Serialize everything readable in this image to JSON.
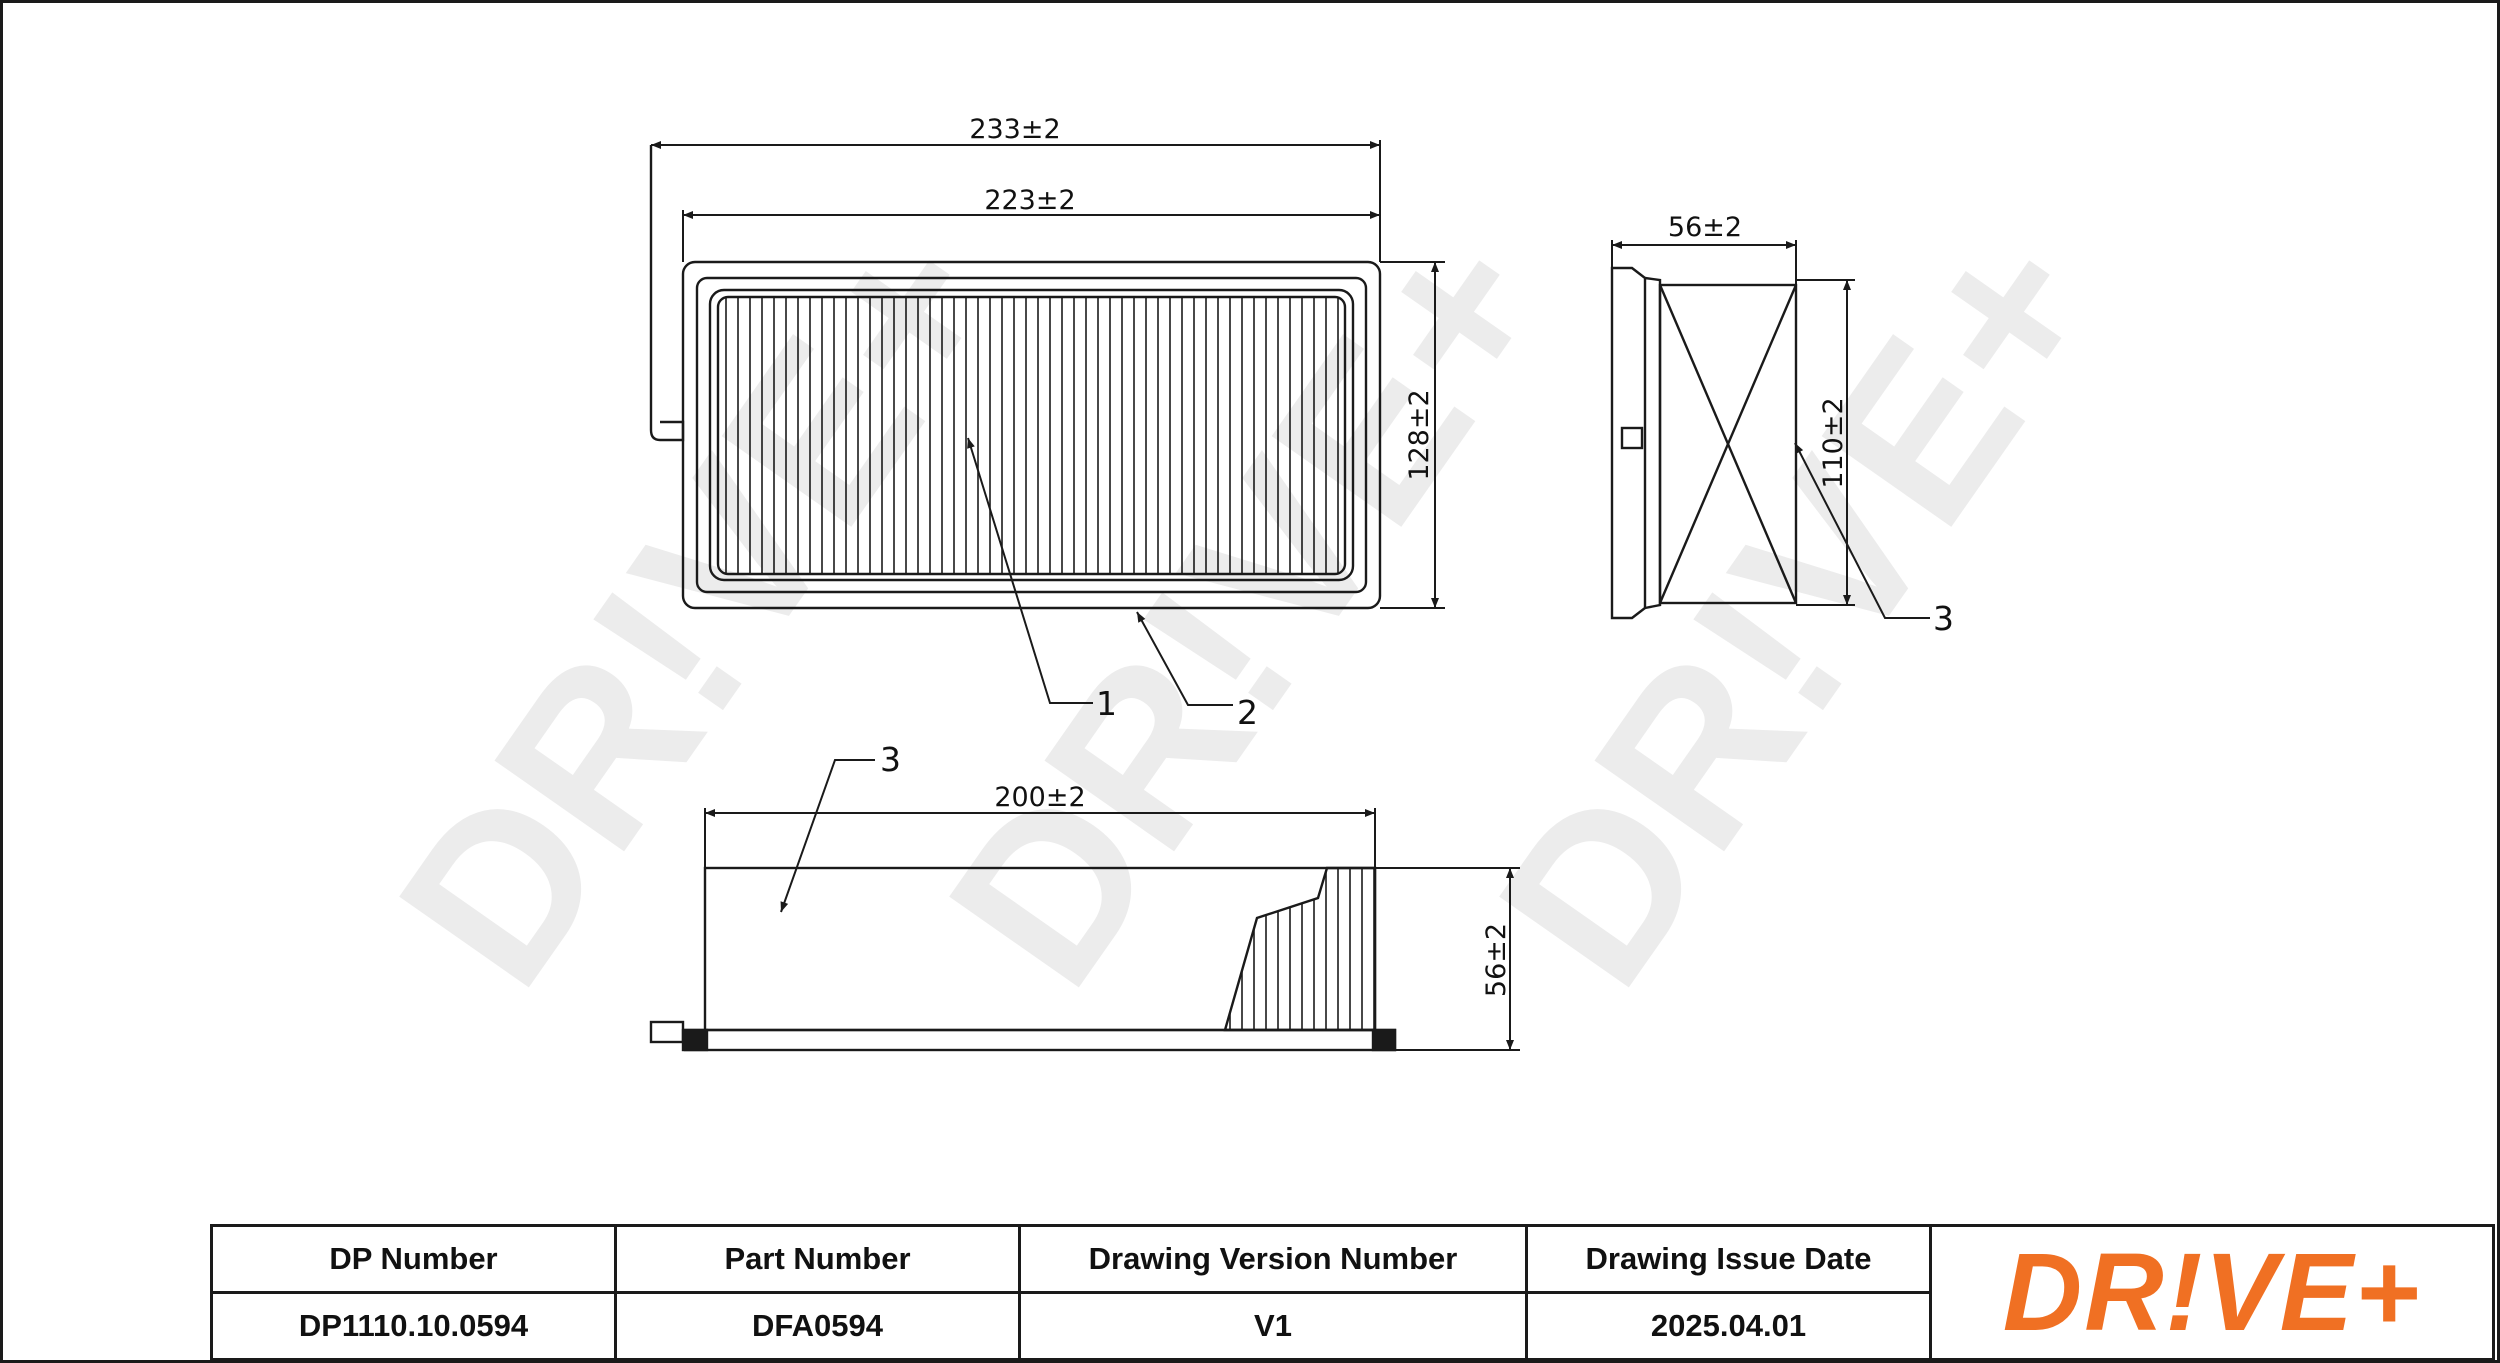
{
  "dimensions": {
    "overall_width": "233±2",
    "inner_width": "223±2",
    "height": "128±2",
    "side_width": "56±2",
    "side_height": "110±2",
    "bottom_width": "200±2",
    "bottom_height": "56±2"
  },
  "callouts": {
    "media": "1",
    "frame": "2",
    "seal_side": "3",
    "seal_bottom": "3"
  },
  "watermark": "DR!VE+",
  "title_block": {
    "headers": [
      "DP Number",
      "Part Number",
      "Drawing Version Number",
      "Drawing Issue Date"
    ],
    "values": [
      "DP1110.10.0594",
      "DFA0594",
      "V1",
      "2025.04.01"
    ],
    "logo": "DR!VE+"
  },
  "colors": {
    "line": "#1a1a1a",
    "logo": "#f07023",
    "watermark": "#ececec"
  }
}
